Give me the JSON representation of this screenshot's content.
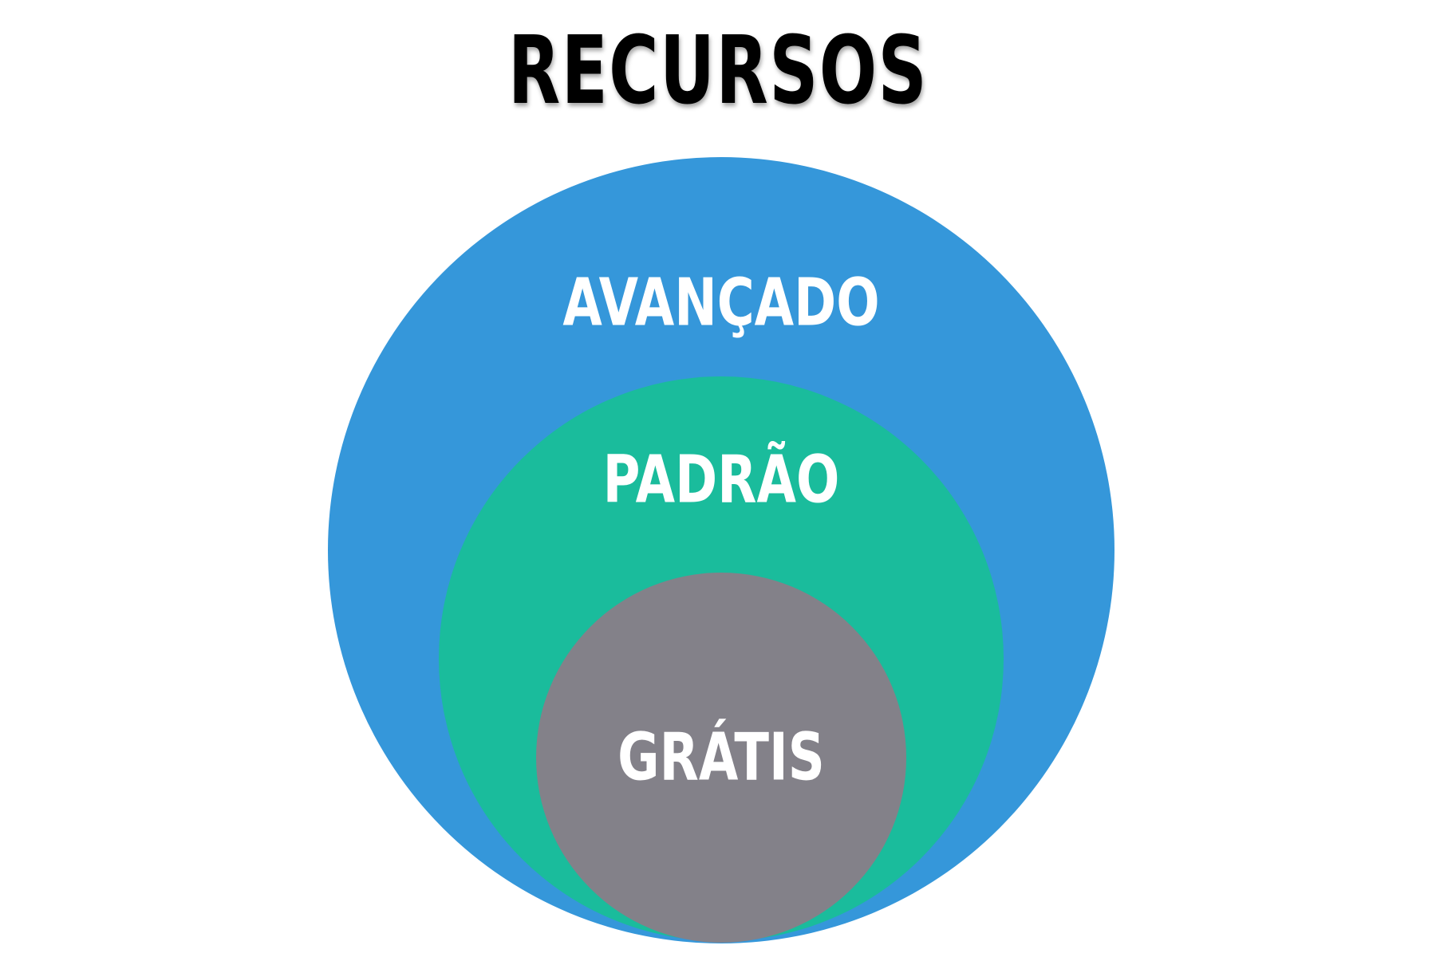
{
  "title": "RECURSOS",
  "colors": {
    "outer": "#3597da",
    "middle": "#1abc9c",
    "inner": "#838189",
    "label": "#ffffff",
    "title": "#000000"
  },
  "circles": [
    {
      "id": "avancado",
      "label": "AVANÇADO",
      "color_key": "outer"
    },
    {
      "id": "padrao",
      "label": "PADRÃO",
      "color_key": "middle"
    },
    {
      "id": "gratis",
      "label": "GRÁTIS",
      "color_key": "inner"
    }
  ]
}
